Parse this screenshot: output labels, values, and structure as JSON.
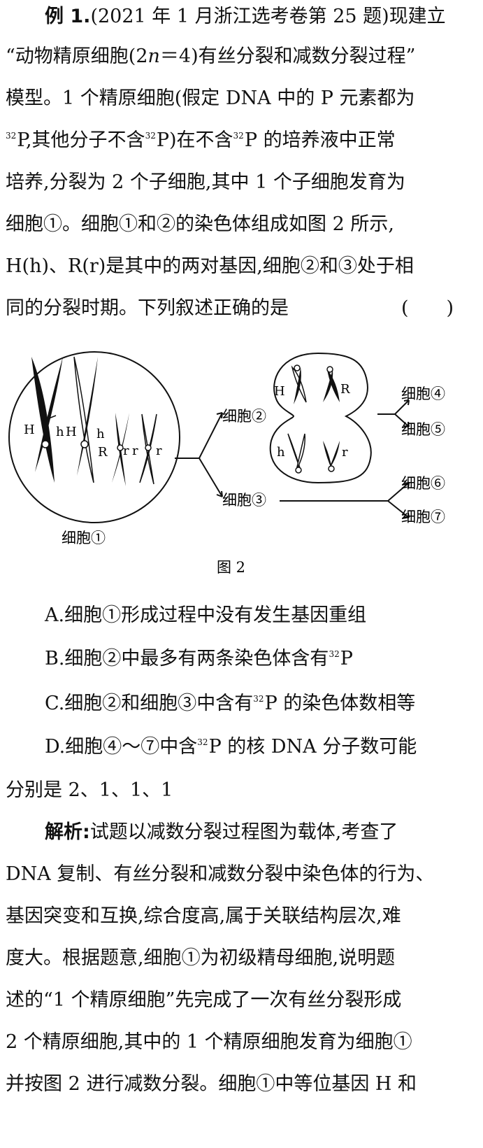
{
  "question": {
    "label": "例 1.",
    "source_open": "(2021 年 1 月浙江选考卷第 25 题)",
    "text_line1_tail": "现建立",
    "line2_a": "“动物精原细胞(2",
    "line2_n": "n",
    "line2_b": "＝4)有丝分裂和减数分裂过程”",
    "line3": "模型。1 个精原细胞(假定 DNA 中的 P 元素都为",
    "sup32": "32",
    "line4_a": "P,其他分子不含",
    "line4_b": "P)在不含",
    "line4_c": "P 的培养液中正常",
    "line5": "培养,分裂为 2 个子细胞,其中 1 个子细胞发育为",
    "line6": "细胞①。细胞①和②的染色体组成如图 2 所示,",
    "line7": "H(h)、R(r)是其中的两对基因,细胞②和③处于相",
    "line8": "同的分裂时期。下列叙述正确的是",
    "bracket": "(　　)"
  },
  "figure": {
    "caption": "图 2",
    "cell1": "细胞①",
    "cell2": "细胞②",
    "cell3": "细胞③",
    "cell4": "细胞④",
    "cell5": "细胞⑤",
    "cell6": "细胞⑥",
    "cell7": "细胞⑦",
    "gene_H": "H",
    "gene_h": "h",
    "gene_R": "R",
    "gene_r": "r"
  },
  "options": {
    "A": "A.细胞①形成过程中没有发生基因重组",
    "B_a": "B.细胞②中最多有两条染色体含有",
    "B_b": "P",
    "C_a": "C.细胞②和细胞③中含有",
    "C_b": "P 的染色体数相等",
    "D_a": "D.细胞④～⑦中含",
    "D_b": "P 的核 DNA 分子数可能",
    "D_line2": "分别是 2、1、1、1"
  },
  "analysis": {
    "label": "解析:",
    "line1": "试题以减数分裂过程图为载体,考查了",
    "line2": "DNA 复制、有丝分裂和减数分裂中染色体的行为、",
    "line3": "基因突变和互换,综合度高,属于关联结构层次,难",
    "line4": "度大。根据题意,细胞①为初级精母细胞,说明题",
    "line5": "述的“1 个精原细胞”先完成了一次有丝分裂形成",
    "line6": "2 个精原细胞,其中的 1 个精原细胞发育为细胞①",
    "line7": "并按图 2 进行减数分裂。细胞①中等位基因 H 和"
  }
}
